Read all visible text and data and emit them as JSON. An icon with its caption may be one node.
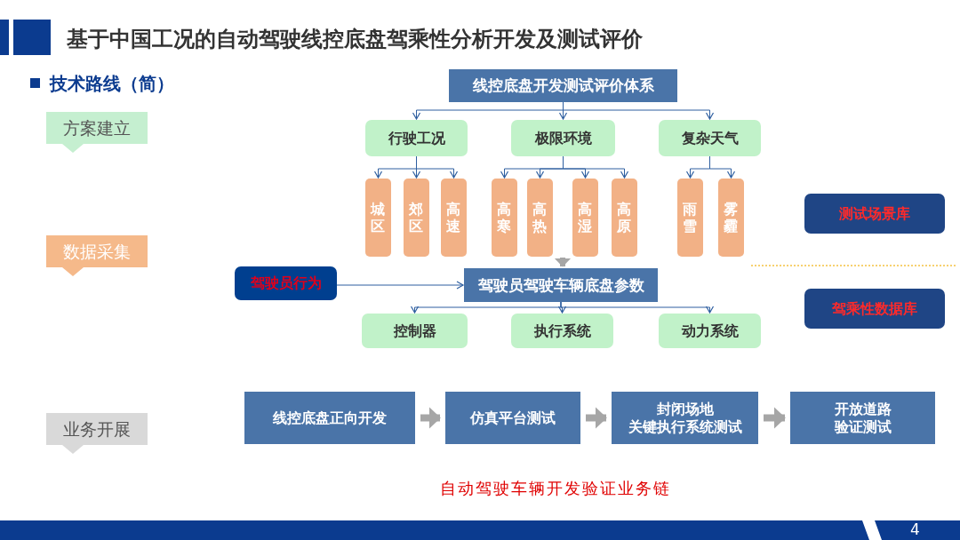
{
  "diagram": {
    "title": "基于中国工况的自动驾驶线控底盘驾乘性分析开发及测试评价",
    "nodes": [
      {
        "text": [
          "方案建立"
        ]
      },
      {
        "text": [
          "数据采集"
        ]
      },
      {
        "text": [
          "业务开展"
        ]
      },
      {
        "text": [
          "线控底盘开发测试评价体系"
        ]
      },
      {
        "text": [
          "行驶工况"
        ]
      },
      {
        "text": [
          "极限环境"
        ]
      },
      {
        "text": [
          "复杂天气"
        ]
      },
      {
        "text": [
          "城区"
        ]
      },
      {
        "text": [
          "郊区"
        ]
      },
      {
        "text": [
          "高速"
        ]
      },
      {
        "text": [
          "高寒"
        ]
      },
      {
        "text": [
          "高热"
        ]
      },
      {
        "text": [
          "高湿"
        ]
      },
      {
        "text": [
          "高原"
        ]
      },
      {
        "text": [
          "雨雪"
        ]
      },
      {
        "text": [
          "雾霾"
        ]
      },
      {
        "text": [
          "测试场景库"
        ]
      },
      {
        "text": [
          "驾驶员行为"
        ]
      },
      {
        "text": [
          "驾驶员驾驶车辆底盘参数"
        ]
      },
      {
        "text": [
          "驾乘性数据库"
        ]
      },
      {
        "text": [
          "控制器"
        ]
      },
      {
        "text": [
          "执行系统"
        ]
      },
      {
        "text": [
          "动力系统"
        ]
      },
      {
        "text": [
          "线控底盘正向开发"
        ]
      },
      {
        "text": [
          "仿真平台测试"
        ]
      },
      {
        "text": [
          "封闭场地",
          "关键执行系统测试"
        ]
      },
      {
        "text": [
          "开放道路",
          "验证测试"
        ]
      }
    ],
    "edges": [
      {
        "from": 3,
        "to": 4,
        "arrow": "to"
      },
      {
        "from": 3,
        "to": 5,
        "arrow": "to"
      },
      {
        "from": 3,
        "to": 6,
        "arrow": "to"
      },
      {
        "from": 4,
        "to": 7,
        "arrow": "to"
      },
      {
        "from": 4,
        "to": 8,
        "arrow": "to"
      },
      {
        "from": 4,
        "to": 9,
        "arrow": "to"
      },
      {
        "from": 5,
        "to": 10,
        "arrow": "to"
      },
      {
        "from": 5,
        "to": 11,
        "arrow": "to"
      },
      {
        "from": 5,
        "to": 12,
        "arrow": "to"
      },
      {
        "from": 5,
        "to": 13,
        "arrow": "to"
      },
      {
        "from": 6,
        "to": 14,
        "arrow": "to"
      },
      {
        "from": 6,
        "to": 15,
        "arrow": "to"
      },
      {
        "from": 11,
        "to": 18,
        "arrow": "to",
        "style": "thick",
        "color": "#a6a6a6"
      },
      {
        "from": 17,
        "to": 18,
        "arrow": "to"
      },
      {
        "from": 18,
        "to": 20,
        "arrow": "to"
      },
      {
        "from": 18,
        "to": 21,
        "arrow": "to"
      },
      {
        "from": 18,
        "to": 22,
        "arrow": "to"
      },
      {
        "from": 23,
        "to": 24,
        "arrow": "to",
        "style": "thick",
        "color": "#a6a6a6"
      },
      {
        "from": 24,
        "to": 25,
        "arrow": "to",
        "style": "thick",
        "color": "#a6a6a6"
      },
      {
        "from": 25,
        "to": 26,
        "arrow": "to",
        "style": "thick",
        "color": "#a6a6a6"
      }
    ],
    "labels": [
      "技术路线（简）",
      "自动驾驶车辆开发验证业务链",
      "4"
    ]
  }
}
